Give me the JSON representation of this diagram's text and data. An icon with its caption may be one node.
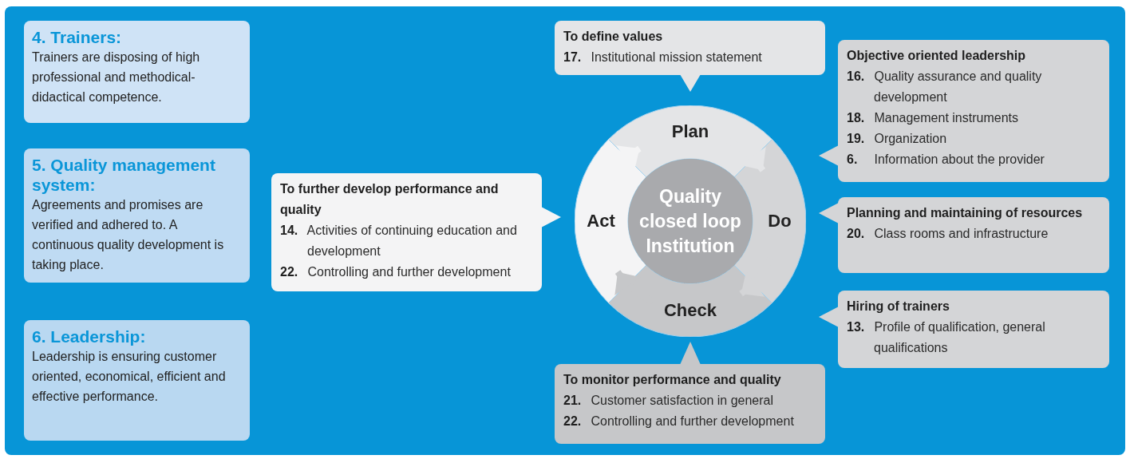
{
  "diagram": {
    "nodes": [
      {
        "text": [
          "4. Trainers:",
          "Trainers are disposing of high professional and methodical-didactical competence."
        ]
      },
      {
        "text": [
          "5. Quality management system:",
          "Agreements and promises are verified and adhered to. A continuous quality development is taking place."
        ]
      },
      {
        "text": [
          "6. Leadership:",
          "Leadership is ensuring customer oriented, economical, efficient and effective performance."
        ]
      },
      {
        "text": [
          "To define values",
          "**17.** Institutional mission statement"
        ]
      },
      {
        "text": [
          "Objective oriented leadership",
          "**16.** Quality assurance and quality development",
          "**18.** Management instruments",
          "**19.** Organization",
          "**6.** Information about the provider"
        ]
      },
      {
        "text": [
          "To further develop performance and quality",
          "**14.** Activities of continuing education and development",
          "**22.** Controlling and further development"
        ]
      },
      {
        "text": [
          "Plan"
        ]
      },
      {
        "text": [
          "Act"
        ]
      },
      {
        "text": [
          "Quality closed loop Institution"
        ]
      },
      {
        "text": [
          "Do"
        ]
      },
      {
        "text": [
          "Planning and maintaining of resources",
          "**20.** Class rooms and infrastructure"
        ]
      },
      {
        "text": [
          "Check"
        ]
      },
      {
        "text": [
          "Hiring of trainers",
          "**13.** Profile of qualification, general qualifications"
        ]
      },
      {
        "text": [
          "To monitor performance and quality",
          "**21.** Customer satisfaction in general",
          "**22.** Controlling and further development"
        ]
      }
    ],
    "edges": [
      {
        "from": 6,
        "to": 9,
        "arrow": "to"
      },
      {
        "from": 9,
        "to": 11,
        "arrow": "to"
      },
      {
        "from": 11,
        "to": 7,
        "arrow": "to"
      },
      {
        "from": 7,
        "to": 6,
        "arrow": "to"
      }
    ]
  }
}
